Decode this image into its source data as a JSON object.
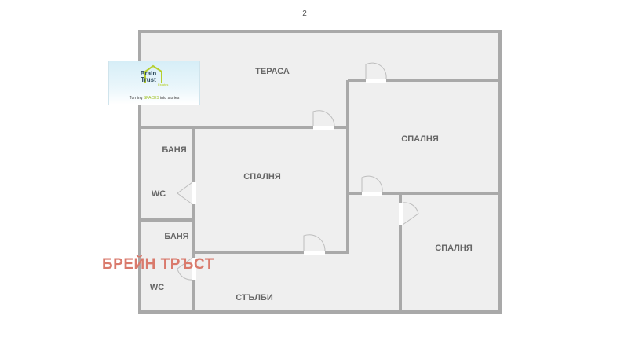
{
  "floor_label": "2",
  "rooms": {
    "terrace": "ТЕРАСА",
    "bedroom_top_right": "СПАЛНЯ",
    "bedroom_center": "СПАЛНЯ",
    "bedroom_bottom_right": "СПАЛНЯ",
    "bathroom_top": "БАНЯ",
    "wc_top": "WC",
    "bathroom_bottom": "БАНЯ",
    "wc_bottom": "WC",
    "stairs": "СТЪЛБИ"
  },
  "logo": {
    "name_line1": "Brain",
    "name_line2": "Trust",
    "sub": "Estates",
    "tagline_prefix": "Turning",
    "tagline_highlight": "SPACES",
    "tagline_suffix": "into stories"
  },
  "watermark": "БРЕЙН ТРЪСТ",
  "colors": {
    "wall": "#a9a9a9",
    "floor": "#efefef",
    "door": "#ffffff",
    "watermark": "#d97a6c",
    "logo_accent": "#b6cf2e"
  }
}
